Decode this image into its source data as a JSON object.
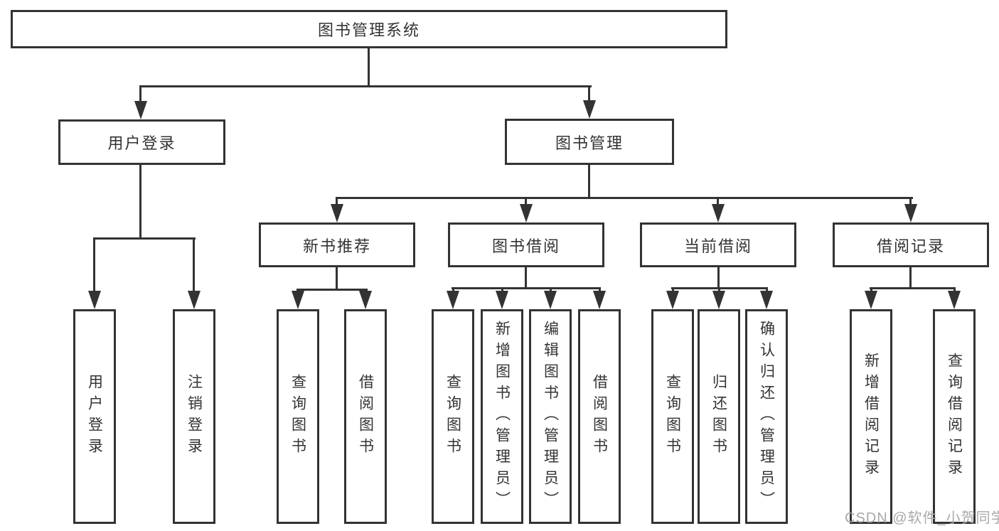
{
  "diagram": {
    "title": "图书管理系统",
    "level1": {
      "user_login": "用户登录",
      "book_management": "图书管理"
    },
    "level2": {
      "new_book_recommend": "新书推荐",
      "book_borrow": "图书借阅",
      "current_borrow": "当前借阅",
      "borrow_records": "借阅记录"
    },
    "level3": {
      "user": [
        "用户登录",
        "注销登录"
      ],
      "recommend": [
        "查询图书",
        "借阅图书"
      ],
      "borrow": [
        "查询图书",
        "新增图书（管理员）",
        "编辑图书（管理员）",
        "借阅图书"
      ],
      "current": [
        "查询图书",
        "归还图书",
        "确认归还（管理员）"
      ],
      "records": [
        "新增借阅记录",
        "查询借阅记录"
      ]
    },
    "colors": {
      "line": "#333333",
      "text": "#333333",
      "background": "#ffffff",
      "watermark": "#a8a8a8"
    }
  },
  "watermark": "CSDN @软件_小贺同学"
}
